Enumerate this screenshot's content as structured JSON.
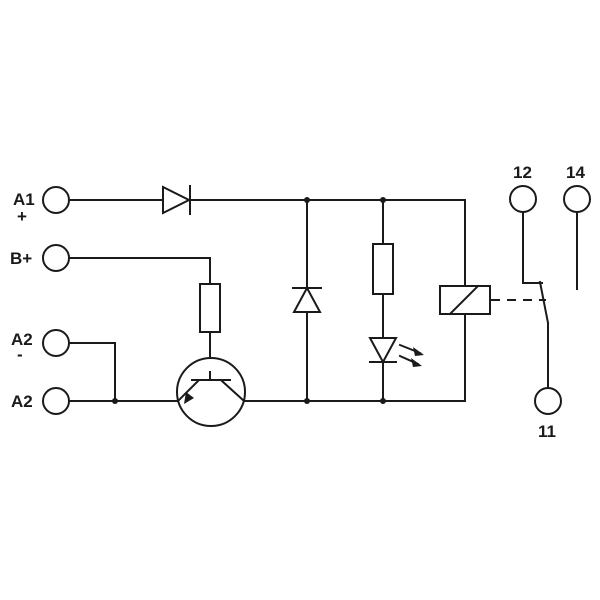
{
  "terminals": {
    "a1": {
      "label": "A1",
      "polarity": "+"
    },
    "b_plus": {
      "label": "B+"
    },
    "a2_top": {
      "label": "A2",
      "polarity": "-"
    },
    "a2_bottom": {
      "label": "A2"
    },
    "contact_12": {
      "label": "12"
    },
    "contact_14": {
      "label": "14"
    },
    "contact_11": {
      "label": "11"
    }
  },
  "colors": {
    "line": "#1a1a1a",
    "background": "#ffffff"
  }
}
